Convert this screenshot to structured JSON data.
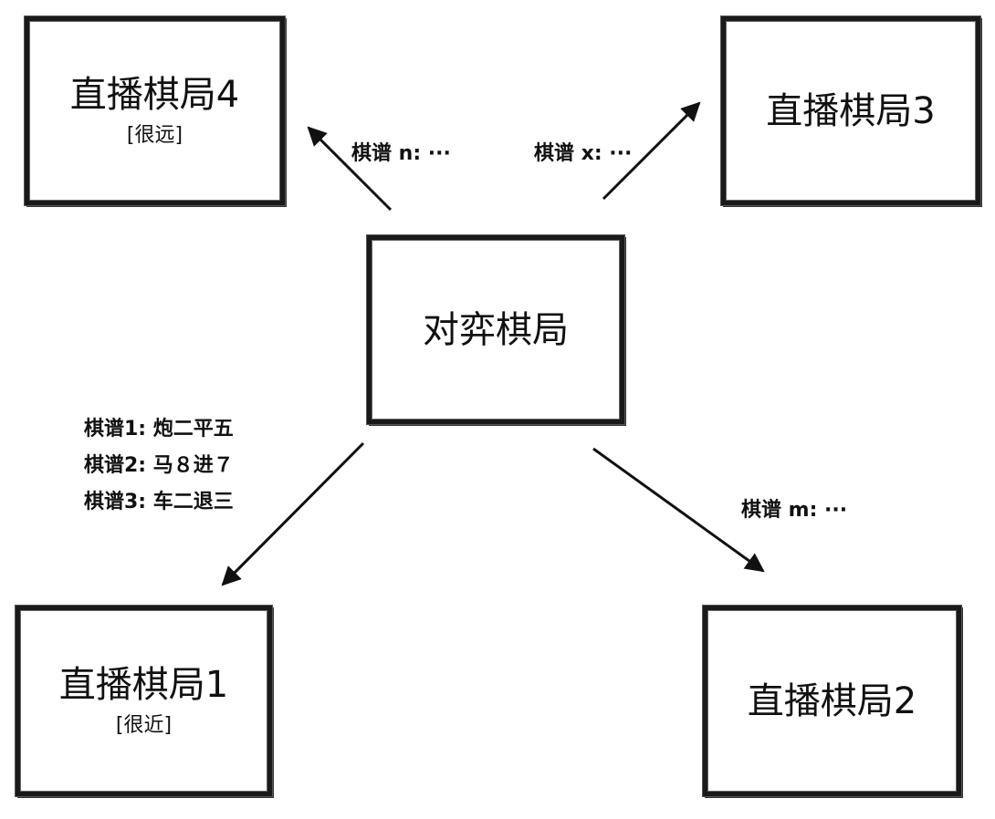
{
  "center": {
    "title": "对弈棋局"
  },
  "live_games": [
    {
      "id": "4",
      "title": "直播棋局4",
      "note": "[很远]"
    },
    {
      "id": "3",
      "title": "直播棋局3"
    },
    {
      "id": "1",
      "title": "直播棋局1",
      "note": "[很近]"
    },
    {
      "id": "2",
      "title": "直播棋局2"
    }
  ],
  "edge_labels": {
    "to_game4": "棋谱 n: ···",
    "to_game3": "棋谱 x: ···",
    "to_game2": "棋谱 m: ···",
    "to_game1": [
      "棋谱1: 炮二平五",
      "棋谱2: 马８进７",
      "棋谱3: 车二退三"
    ]
  },
  "colors": {
    "ink": "#111111",
    "background": "#ffffff"
  }
}
